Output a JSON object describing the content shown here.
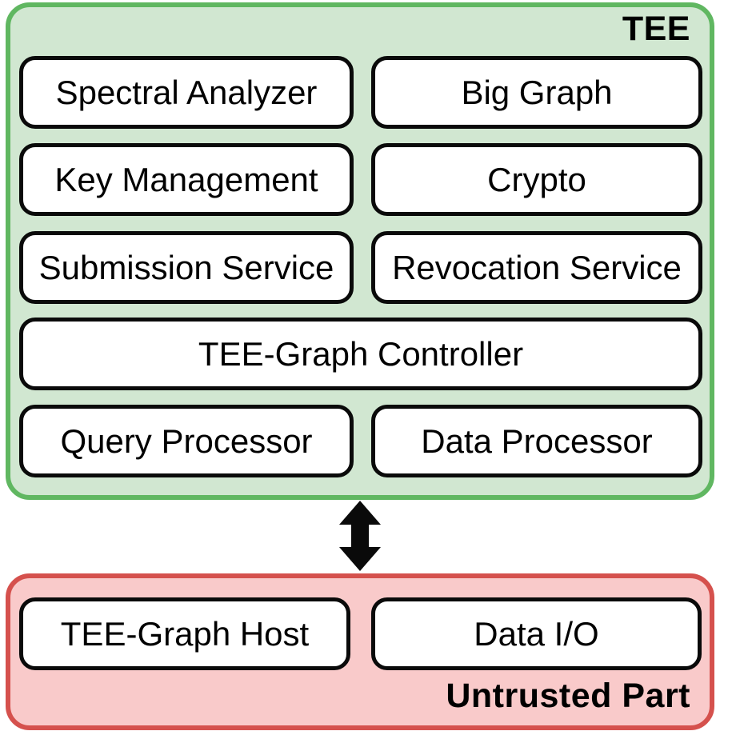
{
  "colors": {
    "green_fill": "#d1e7d1",
    "green_border": "#60b761",
    "red_fill": "#f9caca",
    "red_border": "#d5514d",
    "box_border": "#0a0a0a",
    "arrow": "#0a0a0a",
    "text": "#000000"
  },
  "tee": {
    "label": "TEE",
    "modules": [
      {
        "label": "Spectral Analyzer"
      },
      {
        "label": "Big Graph"
      },
      {
        "label": "Key Management"
      },
      {
        "label": "Crypto"
      },
      {
        "label": "Submission Service"
      },
      {
        "label": "Revocation Service"
      },
      {
        "label": "TEE-Graph Controller"
      },
      {
        "label": "Query Processor"
      },
      {
        "label": "Data Processor"
      }
    ]
  },
  "untrusted": {
    "label": "Untrusted Part",
    "modules": [
      {
        "label": "TEE-Graph Host"
      },
      {
        "label": "Data I/O"
      }
    ]
  },
  "connector": {
    "type": "bidirectional-vertical-arrow"
  }
}
